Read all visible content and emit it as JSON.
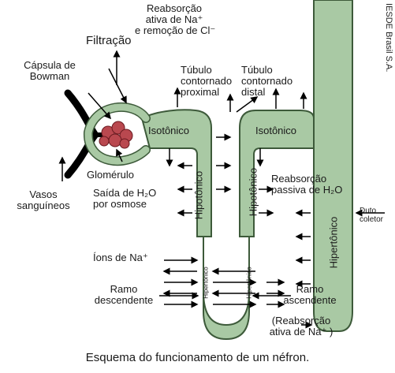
{
  "diagram": {
    "title_top": [
      "Reabsorção",
      "ativa de Na⁺",
      "e remoção de Cl⁻"
    ],
    "filtracao": "Filtração",
    "capsula": [
      "Cápsula de",
      "Bowman"
    ],
    "tubulo_proximal": [
      "Túbulo",
      "contornado",
      "proximal"
    ],
    "tubulo_distal": [
      "Túbulo",
      "contornado",
      "distal"
    ],
    "isotonico_1": "Isotônico",
    "isotonico_2": "Isotônico",
    "glomerulo": "Glomérulo",
    "saida_h2o": [
      "Saída de H₂O",
      "por osmose"
    ],
    "vasos": [
      "Vasos",
      "sanguíneos"
    ],
    "hipotonico_1": "Hipotônico",
    "hipotonico_2": "Hipotônico",
    "reabsorcao_passiva": [
      "Reabsorção",
      "passiva de H₂O"
    ],
    "duto_coletor": [
      "Duto",
      "coletor"
    ],
    "hipertonico_coletor": "Hipertônico",
    "ions_na": "Íons de Na⁺",
    "hipertonico_a": "Hipertônico",
    "hipertonico_b": "Hipertônico",
    "ramo_descendente": [
      "Ramo",
      "descendente"
    ],
    "ramo_ascendente": [
      "Ramo",
      "ascendente"
    ],
    "reabsorcao_ativa": [
      "(Reabsorção",
      "ativa de Na⁺ )"
    ],
    "caption": "Esquema do funcionamento de um néfron.",
    "credit": "IESDE Brasil S.A."
  },
  "colors": {
    "tube_fill": "#a9c9a4",
    "tube_stroke": "#3d5a3a",
    "vessel": "#000000",
    "glomerulus": "#b9484f"
  }
}
